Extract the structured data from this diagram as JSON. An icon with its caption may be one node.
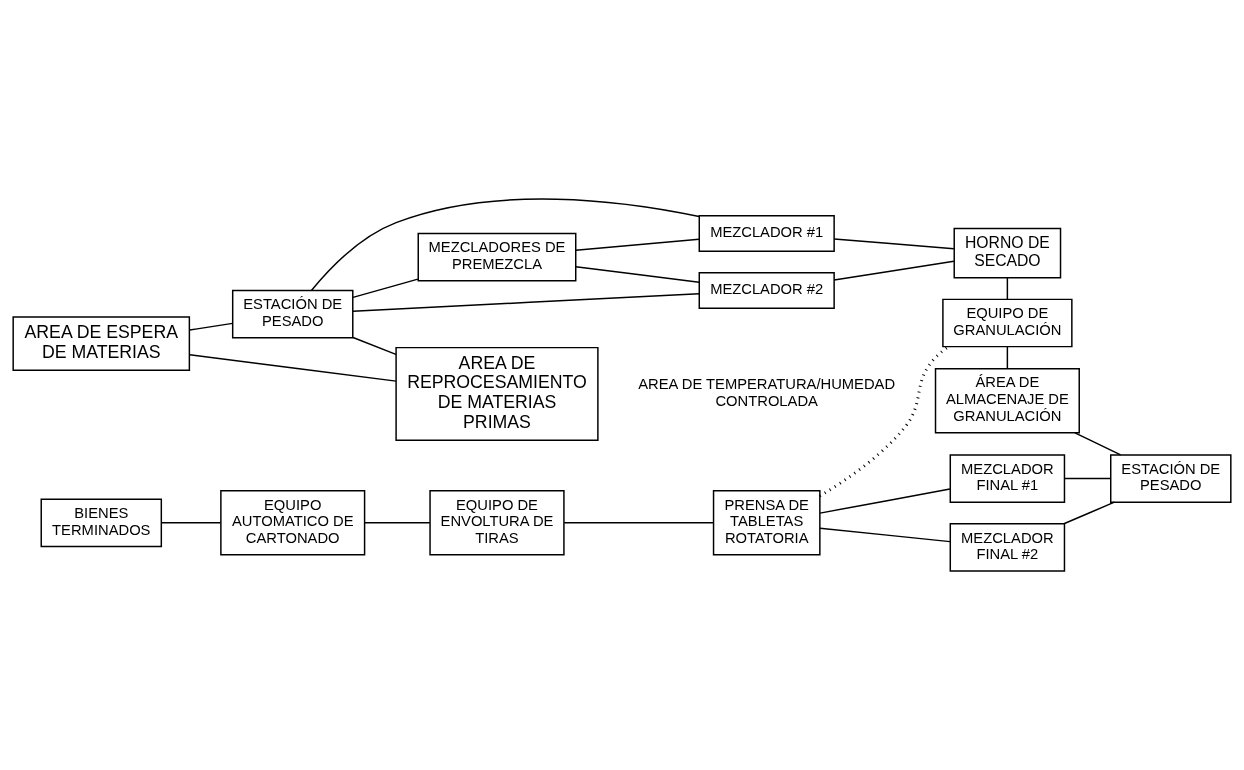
{
  "diagram": {
    "nodes": [
      {
        "text": [
          "AREA DE ESPERA DE MATERIAS"
        ]
      },
      {
        "text": [
          "ESTACIÓN DE PESADO"
        ]
      },
      {
        "text": [
          "MEZCLADOR #1"
        ]
      },
      {
        "text": [
          "MEZCLADOR #2"
        ]
      },
      {
        "text": [
          "HORNO DE SECADO"
        ]
      },
      {
        "text": [
          "MEZCLADORES DE PREMEZCLA"
        ]
      },
      {
        "text": [
          "AREA DE REPROCESAMIENTO DE MATERIAS PRIMAS"
        ]
      },
      {
        "text": [
          "EQUIPO DE GRANULACIÓN"
        ]
      },
      {
        "text": [
          "ÁREA DE ALMACENAJE DE GRANULACIÓN"
        ]
      },
      {
        "text": [
          "ESTACIÓN DE PESADO"
        ]
      },
      {
        "text": [
          "MEZCLADOR FINAL #1"
        ]
      },
      {
        "text": [
          "MEZCLADOR FINAL #2"
        ]
      },
      {
        "text": [
          "PRENSA DE TABLETAS ROTATORIA"
        ]
      },
      {
        "text": [
          "EQUIPO DE ENVOLTURA DE TIRAS"
        ]
      },
      {
        "text": [
          "EQUIPO AUTOMATICO DE CARTONADO"
        ]
      },
      {
        "text": [
          "BIENES TERMINADOS"
        ]
      }
    ],
    "edges": [
      {
        "from": 0,
        "to": 1,
        "arrow": "none"
      },
      {
        "from": 0,
        "to": 6,
        "arrow": "none"
      },
      {
        "from": 1,
        "to": 6,
        "arrow": "none"
      },
      {
        "from": 1,
        "to": 5,
        "arrow": "none"
      },
      {
        "from": 1,
        "to": 2,
        "arrow": "none"
      },
      {
        "from": 1,
        "to": 3,
        "arrow": "none"
      },
      {
        "from": 5,
        "to": 2,
        "arrow": "none"
      },
      {
        "from": 5,
        "to": 3,
        "arrow": "none"
      },
      {
        "from": 2,
        "to": 4,
        "arrow": "none"
      },
      {
        "from": 3,
        "to": 4,
        "arrow": "none"
      },
      {
        "from": 4,
        "to": 7,
        "arrow": "none"
      },
      {
        "from": 7,
        "to": 8,
        "arrow": "none"
      },
      {
        "from": 8,
        "to": 9,
        "arrow": "none"
      },
      {
        "from": 9,
        "to": 10,
        "arrow": "none"
      },
      {
        "from": 9,
        "to": 11,
        "arrow": "none"
      },
      {
        "from": 10,
        "to": 12,
        "arrow": "none"
      },
      {
        "from": 11,
        "to": 12,
        "arrow": "none"
      },
      {
        "from": 12,
        "to": 13,
        "arrow": "none"
      },
      {
        "from": 13,
        "to": 14,
        "arrow": "none"
      },
      {
        "from": 14,
        "to": 15,
        "arrow": "none"
      },
      {
        "from": 12,
        "to": 7,
        "arrow": "none",
        "style": "dashed"
      }
    ],
    "labels": [
      "AREA DE TEMPERATURA/HUMEDAD CONTROLADA"
    ]
  }
}
